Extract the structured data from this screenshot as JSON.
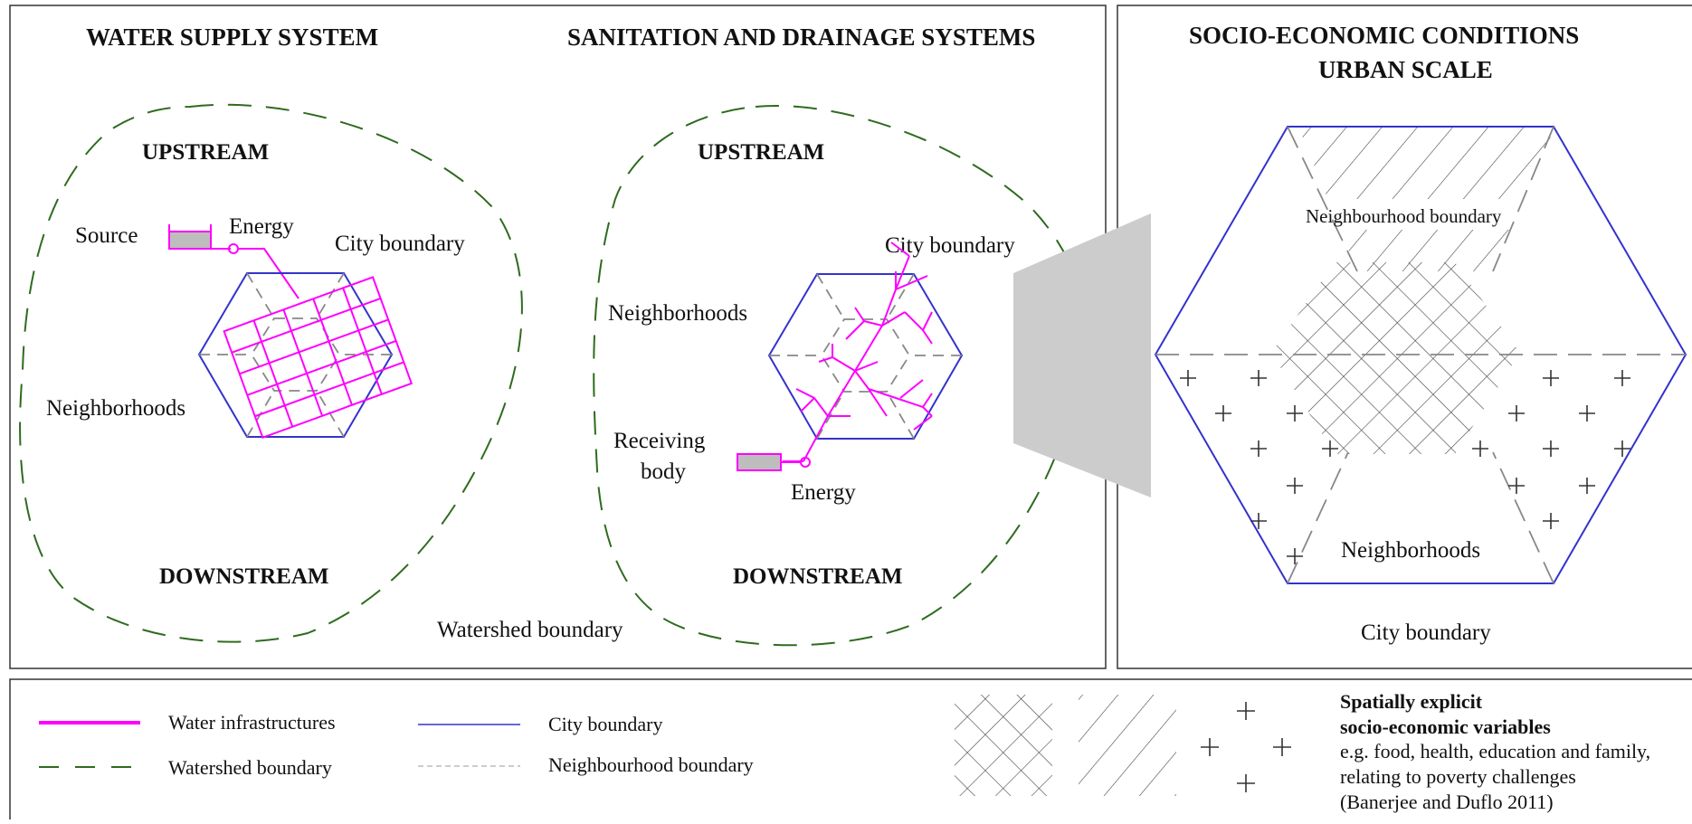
{
  "colors": {
    "water": "#ff00ff",
    "city": "#3333cc",
    "watershed": "#2e6b1f",
    "neighbourhood": "#888888",
    "tank": "#bdbdbd",
    "zoom": "#cccccc"
  },
  "water_panel": {
    "title": "WATER SUPPLY SYSTEM",
    "upstream": "UPSTREAM",
    "downstream": "DOWNSTREAM",
    "source": "Source",
    "energy": "Energy",
    "city_boundary": "City boundary",
    "neighborhoods": "Neighborhoods"
  },
  "sanitation_panel": {
    "title": "SANITATION AND  DRAINAGE SYSTEMS",
    "upstream": "UPSTREAM",
    "downstream": "DOWNSTREAM",
    "city_boundary": "City boundary",
    "neighborhoods": "Neighborhoods",
    "receiving_body_line1": "Receiving",
    "receiving_body_line2": "body",
    "energy": "Energy",
    "watershed_boundary": "Watershed boundary"
  },
  "socio_panel": {
    "title_line1": "SOCIO-ECONOMIC CONDITIONS",
    "title_line2": "URBAN SCALE",
    "neighbourhood_boundary": "Neighbourhood boundary",
    "neighborhoods": "Neighborhoods",
    "city_boundary": "City boundary"
  },
  "legend": {
    "water_infrastructures": "Water infrastructures",
    "watershed_boundary": "Watershed boundary",
    "city_boundary": "City boundary",
    "neighbourhood_boundary": "Neighbourhood boundary",
    "spatial_title_line1": "Spatially explicit",
    "spatial_title_line2": "socio-economic variables",
    "spatial_desc_line1": "e.g. food, health, education and family,",
    "spatial_desc_line2": "relating to poverty challenges",
    "spatial_desc_line3": "(Banerjee and Duflo 2011)"
  }
}
